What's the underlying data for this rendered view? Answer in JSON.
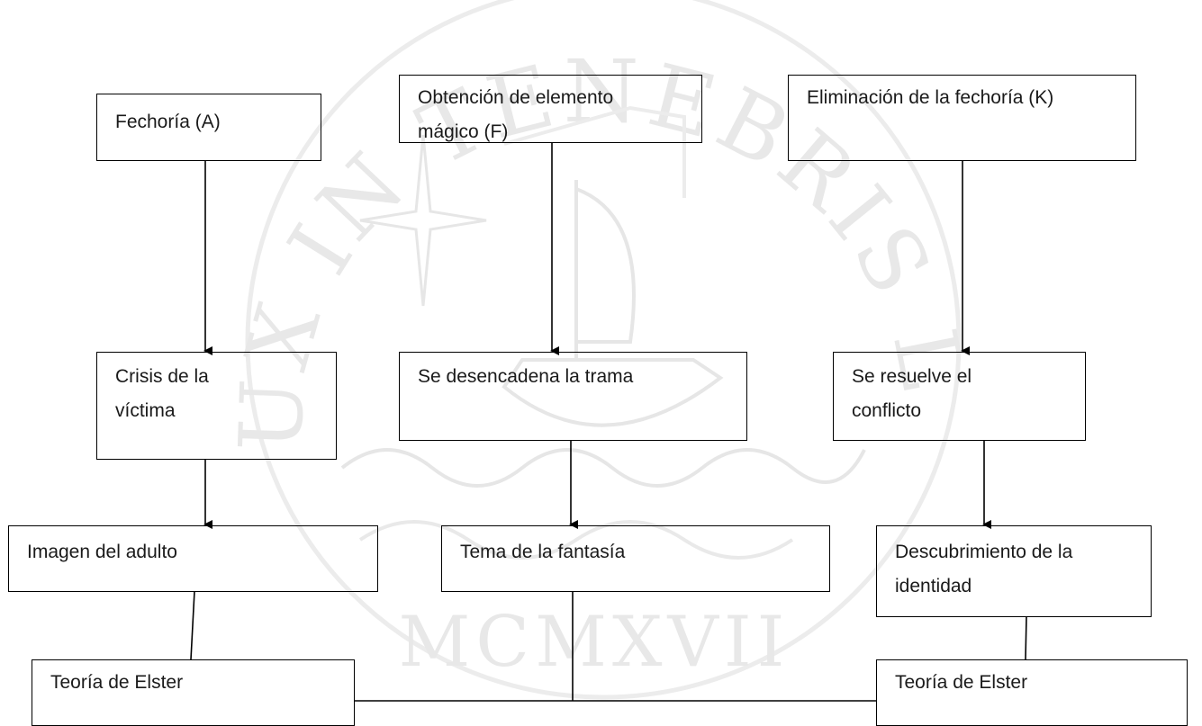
{
  "watermark": {
    "motto": "ET LUX IN TENEBRIS LUCET",
    "year": "MCMXVII"
  },
  "diagram": {
    "columns": [
      {
        "function": "Fechoría (A)",
        "effect": "Crisis  de la víctima",
        "theme": "Imagen del adulto"
      },
      {
        "function": "Obtención de elemento mágico (F)",
        "effect": "Se desencadena  la  trama",
        "theme": "Tema de la fantasía"
      },
      {
        "function": "Eliminación de la fechoría (K)",
        "effect": "Se resuelve el conflicto",
        "theme": "Descubrimiento de la identidad"
      }
    ],
    "theory_left": "Teoría de Elster",
    "theory_right": "Teoría de Elster"
  },
  "colors": {
    "line": "#000000",
    "text": "#1a1a1a",
    "watermark": "#e6e6e6"
  }
}
